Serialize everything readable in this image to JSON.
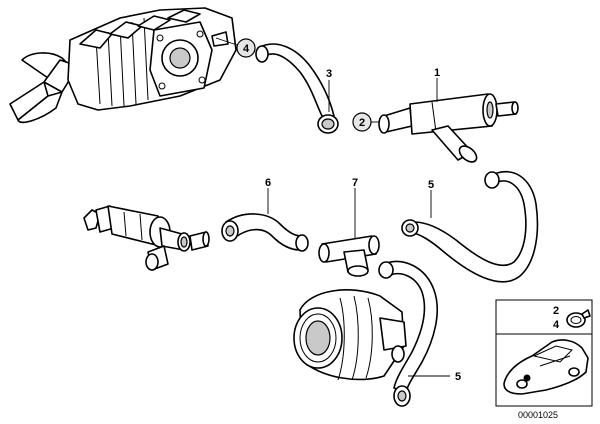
{
  "callouts": {
    "c1": "1",
    "c2": "2",
    "c3": "3",
    "c4": "4",
    "c5": "5",
    "c6": "6",
    "c7": "7",
    "c8": "5"
  },
  "inset": {
    "label_top": "2",
    "label_bottom": "4"
  },
  "diagram_id": "00001025"
}
